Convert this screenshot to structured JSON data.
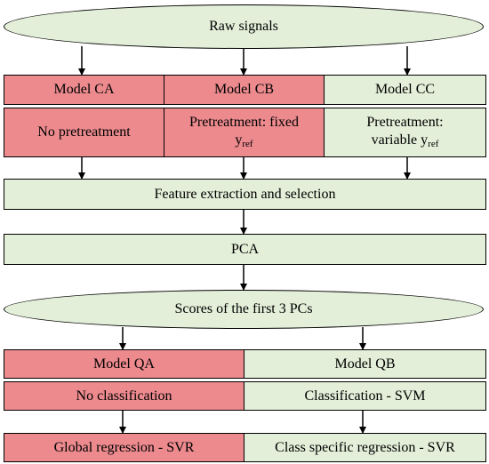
{
  "colors": {
    "red_fill": "#ec8a8e",
    "green_fill": "#e3efd9",
    "stroke": "#000000"
  },
  "nodes": {
    "raw_signals": "Raw signals",
    "model_ca": "Model CA",
    "model_cb": "Model CB",
    "model_cc": "Model CC",
    "no_pretreatment": "No pretreatment",
    "pretreatment_fixed": {
      "text": "Pretreatment: fixed",
      "var": "y",
      "sub": "ref"
    },
    "pretreatment_variable": {
      "line1": "Pretreatment:",
      "line2": "variable y",
      "sub": "ref"
    },
    "feature_extraction": "Feature extraction and selection",
    "pca": "PCA",
    "scores": "Scores of the first 3 PCs",
    "model_qa": "Model QA",
    "model_qb": "Model QB",
    "no_classification": "No classification",
    "classification_svm": "Classification - SVM",
    "global_regression": "Global regression - SVR",
    "class_specific_regression": "Class specific regression - SVR"
  }
}
